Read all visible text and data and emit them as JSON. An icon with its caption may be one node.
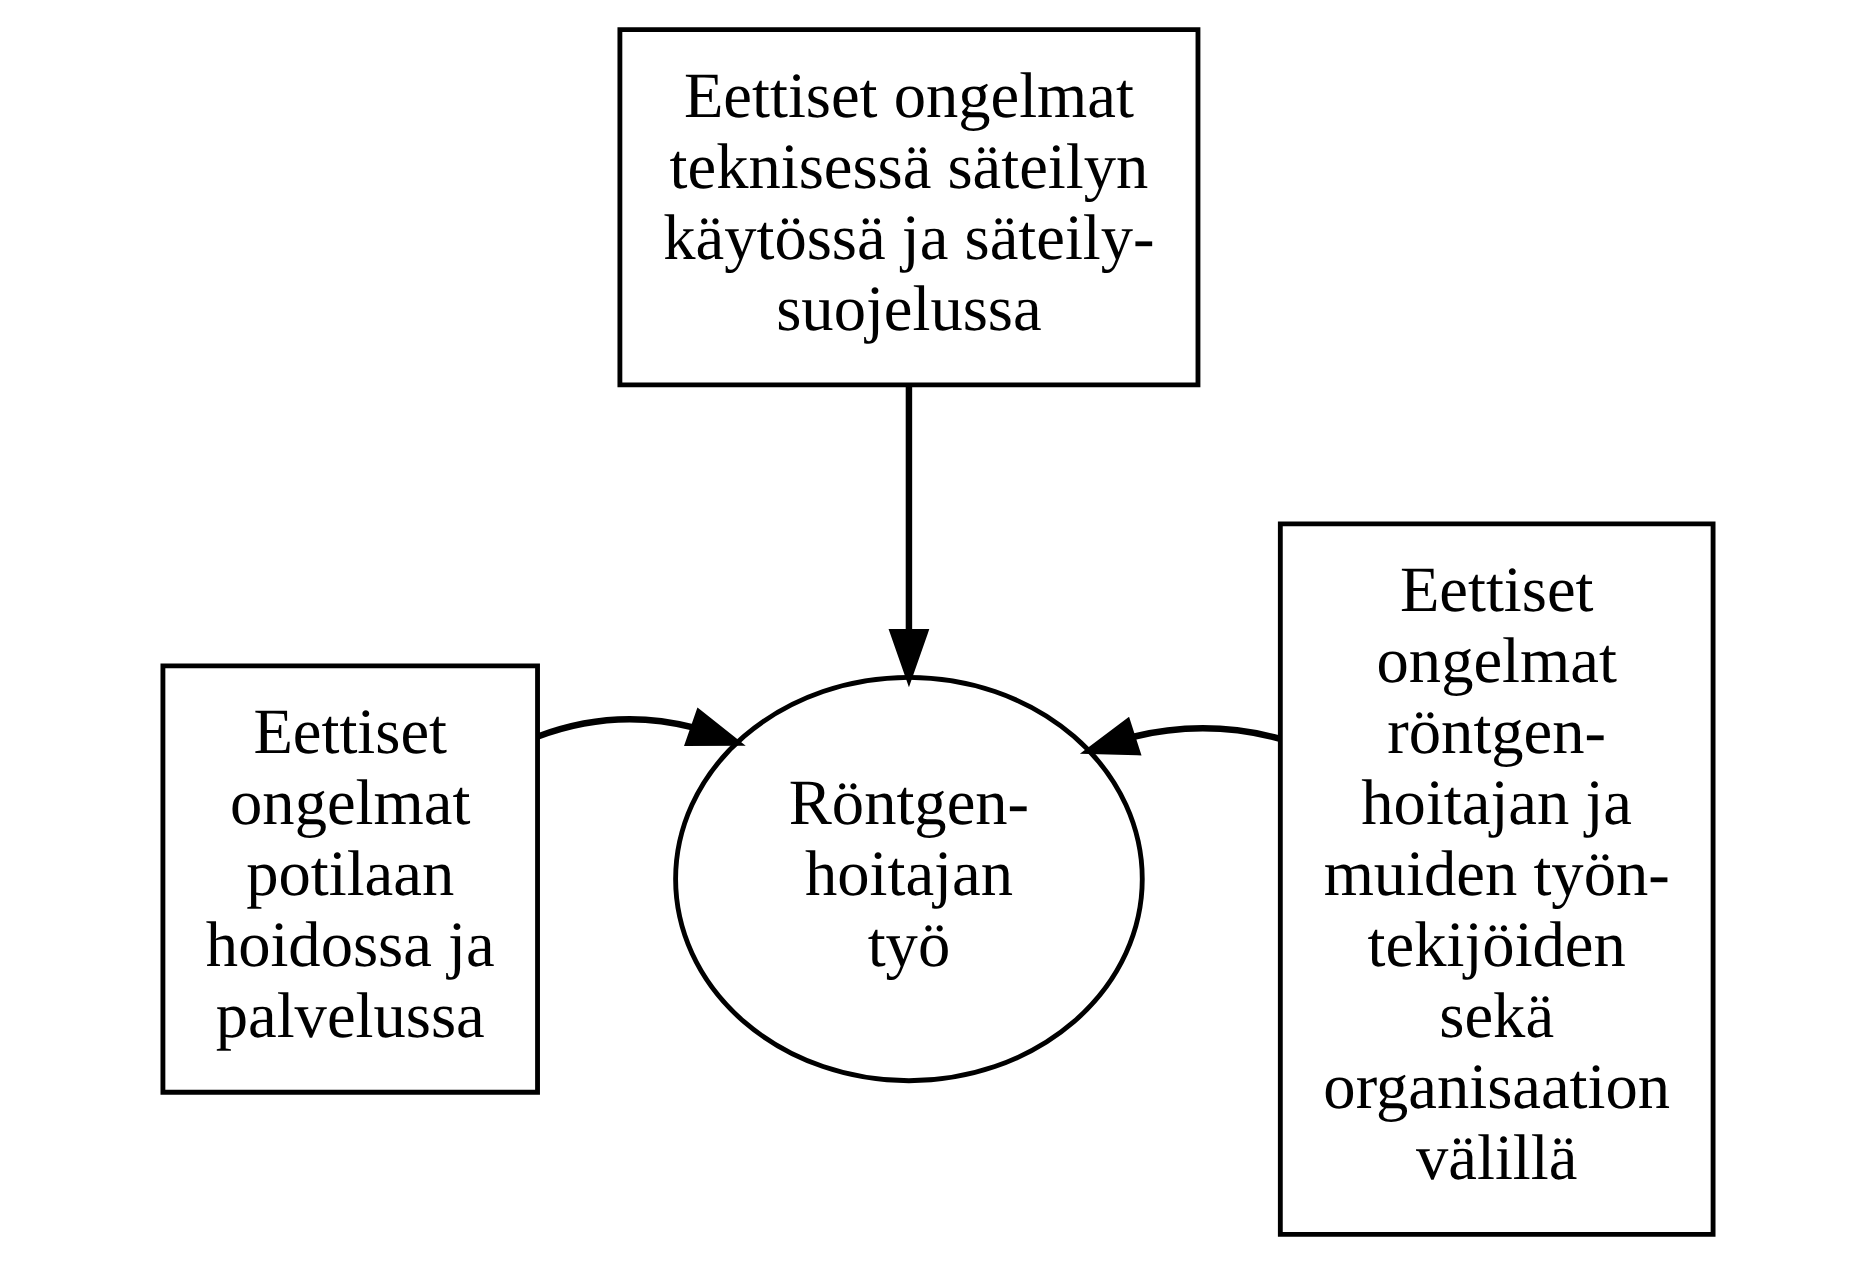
{
  "diagram": {
    "nodes": [
      {
        "text": [
          "Eettiset ongelmat teknisessä säteilyn käytössä ja säteily- suojelussa"
        ]
      },
      {
        "text": [
          "Eettiset ongelmat potilaan hoidossa ja palvelussa"
        ]
      },
      {
        "text": [
          "Röntgen- hoitajan työ"
        ]
      },
      {
        "text": [
          "Eettiset ongelmat röntgen- hoitajan ja muiden työn- tekijöiden sekä organisaation välillä"
        ]
      }
    ],
    "edges": [
      {
        "from": 0,
        "to": 2,
        "arrow": "to"
      },
      {
        "from": 1,
        "to": 2,
        "arrow": "to"
      },
      {
        "from": 3,
        "to": 2,
        "arrow": "to"
      }
    ]
  }
}
